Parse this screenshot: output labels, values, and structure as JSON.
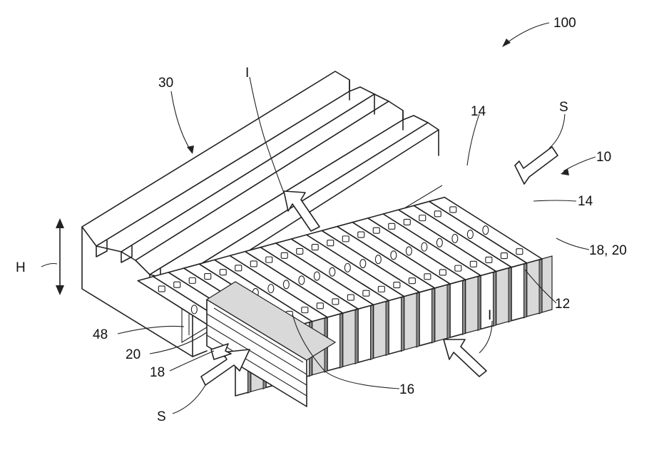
{
  "labels": {
    "ref_100": "100",
    "ref_30": "30",
    "ref_I_top": "I",
    "ref_14_top": "14",
    "ref_S_top": "S",
    "ref_10": "10",
    "ref_14_right": "14",
    "ref_18_20": "18, 20",
    "ref_H": "H",
    "ref_12": "12",
    "ref_48": "48",
    "ref_20": "20",
    "ref_18": "18",
    "ref_I_bottom": "I",
    "ref_16": "16",
    "ref_S_bottom": "S"
  }
}
